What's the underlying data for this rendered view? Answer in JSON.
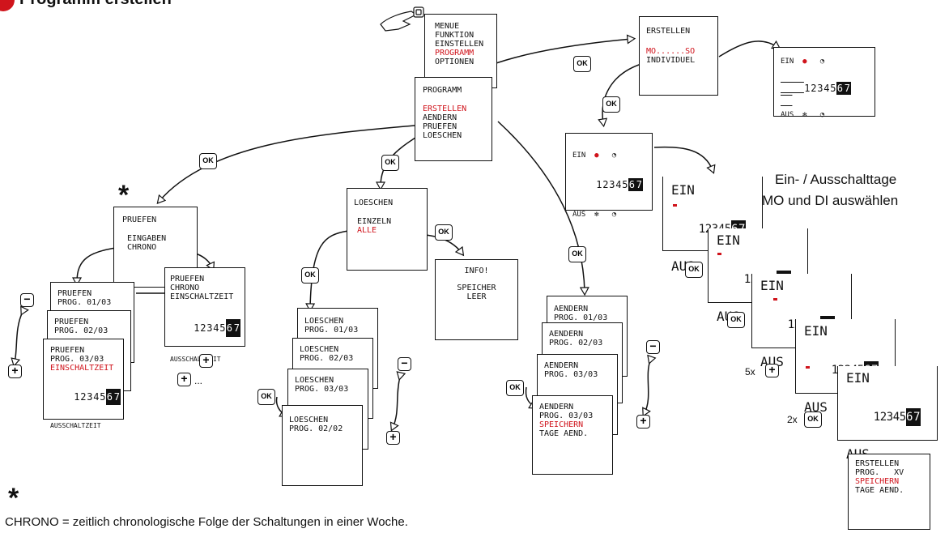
{
  "header": {
    "title": "Programm erstellen"
  },
  "keys": {
    "ok": "OK",
    "plus": "+",
    "minus": "−",
    "ellipsis": "...",
    "times5": "5x",
    "times2": "2x"
  },
  "menu": {
    "lines": [
      "MENUE",
      "FUNKTION",
      "EINSTELLEN",
      "PROGRAMM",
      "OPTIONEN"
    ]
  },
  "programm": {
    "title": "PROGRAMM",
    "items": [
      "ERSTELLEN",
      "AENDERN",
      "PRUEFEN",
      "LOESCHEN"
    ]
  },
  "erstellen": {
    "title": "ERSTELLEN",
    "items": [
      "MO......SO",
      "INDIVIDUEL"
    ]
  },
  "display": {
    "ein": "EIN",
    "aus": "AUS",
    "digits": [
      "1",
      "2",
      "3",
      "4",
      "5"
    ],
    "inv_digits": [
      "6",
      "7"
    ]
  },
  "pruefen": {
    "title": "PRUEFEN",
    "items": [
      "EINGABEN",
      "CHRONO"
    ]
  },
  "pruefen_prog": [
    {
      "l1": "PRUEFEN",
      "l2": "PROG. 01/03"
    },
    {
      "l1": "PRUEFEN",
      "l2": "PROG. 02/03"
    },
    {
      "l1": "PRUEFEN",
      "l2": "PROG. 03/03",
      "l3": "EINSCHALTZEIT",
      "l4": "AUSSCHALTZEIT"
    }
  ],
  "pruefen_chrono": {
    "l1": "PRUEFEN",
    "l2": "CHRONO",
    "l3": "EINSCHALTZEIT",
    "l4": "AUSSCHALTZEIT"
  },
  "loeschen": {
    "title": "LOESCHEN",
    "items": [
      "EINZELN",
      "ALLE"
    ]
  },
  "info": {
    "l1": "INFO!",
    "l2": "SPEICHER",
    "l3": "LEER"
  },
  "loeschen_prog": [
    {
      "l1": "LOESCHEN",
      "l2": "PROG. 01/03"
    },
    {
      "l1": "LOESCHEN",
      "l2": "PROG. 02/03"
    },
    {
      "l1": "LOESCHEN",
      "l2": "PROG. 03/03"
    },
    {
      "l1": "LOESCHEN",
      "l2": "PROG. 02/02"
    }
  ],
  "aendern_prog": [
    {
      "l1": "AENDERN",
      "l2": "PROG. 01/03"
    },
    {
      "l1": "AENDERN",
      "l2": "PROG. 02/03"
    },
    {
      "l1": "AENDERN",
      "l2": "PROG. 03/03"
    },
    {
      "l1": "AENDERN",
      "l2": "PROG. 03/03",
      "l3": "SPEICHERN",
      "l4": "TAGE AEND."
    }
  ],
  "final": {
    "l1": "ERSTELLEN",
    "l2": "PROG.   XV",
    "l3": "SPEICHERN",
    "l4": "TAGE AEND."
  },
  "note": {
    "line1": "Ein- / Ausschalttage",
    "line2": "MO und DI auswählen"
  },
  "footnote": {
    "star": "*",
    "text": "CHRONO = zeitlich chronologische Folge der Schaltungen in einer Woche."
  },
  "colors": {
    "accent": "#d0141c",
    "ink": "#111111"
  }
}
